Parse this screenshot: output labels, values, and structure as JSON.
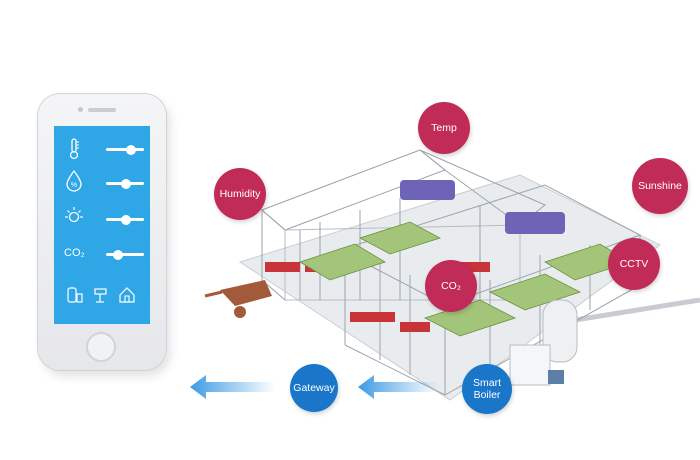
{
  "sensors": {
    "temp": "Temp",
    "humidity": "Humidity",
    "sunshine": "Sunshine",
    "co2": "CO₂",
    "cctv": "CCTV"
  },
  "flow": {
    "gateway": "Gateway",
    "smart_boiler": [
      "Smart",
      "Boiler"
    ]
  },
  "phone": {
    "co2_label": "CO₂",
    "sliders": [
      {
        "icon": "thermometer-icon",
        "level": 0.7
      },
      {
        "icon": "humidity-drop-icon",
        "level": 0.55
      },
      {
        "icon": "sun-icon",
        "level": 0.55
      },
      {
        "icon": "co2-label",
        "level": 0.25
      }
    ]
  },
  "colors": {
    "sensor_bubble": "#c12b57",
    "gateway_bubble": "#1976c9",
    "phone_screen": "#2fa6e6",
    "arrow": "#5aaeea"
  }
}
